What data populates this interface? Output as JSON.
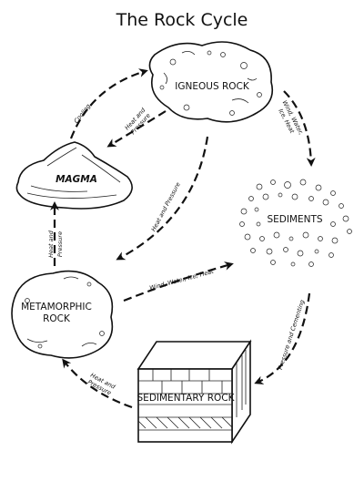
{
  "title": "The Rock Cycle",
  "nodes": {
    "igneous": "IGNEOUS ROCK",
    "magma": "MAGMA",
    "sediments": "SEDIMENTS",
    "metamorphic_line1": "METAMORPHIC",
    "metamorphic_line2": "ROCK",
    "sedimentary": "SEDIMENTARY ROCK"
  },
  "processes": {
    "cooling": "Cooling",
    "heat_pressure_igneous_magma_1": "Heat and",
    "heat_pressure_igneous_magma_2": "Pressure",
    "wind_water_1": "Wind, Water,",
    "wind_water_2": "Ice, Heat",
    "heat_pressure_igneous_meta": "Heat and Pressure",
    "heat_pressure_meta_magma_1": "Heat and",
    "heat_pressure_meta_magma_2": "Pressure",
    "wind_water_meta": "Wind, Water, Ice, Heat",
    "pressure_cementing": "Pressure and Cementing",
    "heat_pressure_sed_meta_1": "Heat and",
    "heat_pressure_sed_meta_2": "Pressure"
  }
}
